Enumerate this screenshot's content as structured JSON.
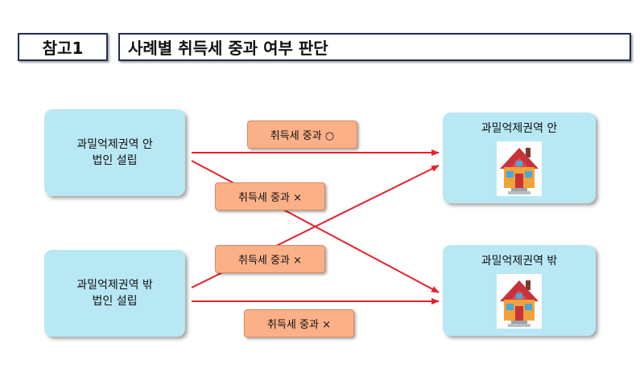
{
  "header": {
    "ref_label": "참고1",
    "title": "사례별 취득세 중과 여부 판단"
  },
  "nodes": {
    "in_corp": [
      "과밀억제권역 안",
      "법인 설립"
    ],
    "out_corp": [
      "과밀억제권역 밖",
      "법인 설립"
    ],
    "in_house": "과밀억제권역 안",
    "out_house": "과밀억제권역 밖"
  },
  "tags": {
    "t1": "취득세 중과 ○",
    "t2": "취득세 중과 ×",
    "t3": "취득세 중과 ×",
    "t4": "취득세 중과 ×"
  },
  "colors": {
    "arrow": "#e8202a",
    "node_fill": "#b9e8f5",
    "tag_fill": "#fbb088",
    "header_border": "#1f2d54"
  }
}
